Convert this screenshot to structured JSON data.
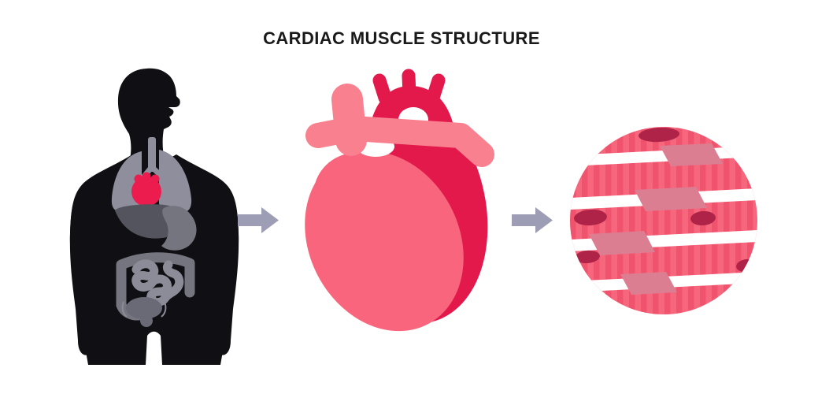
{
  "title": "CARDIAC MUSCLE STRUCTURE",
  "figures": {
    "stage1": "human-body-silhouette",
    "stage2": "heart-anatomy",
    "stage3": "cardiac-muscle-tissue-micro-view"
  },
  "icons": {
    "arrow1": "right-arrow",
    "arrow2": "right-arrow"
  },
  "palette": {
    "background": "#ffffff",
    "title_color": "#1a1a1a",
    "arrow": "#9d9db5",
    "body_black": "#101014",
    "organ_gray_light": "#8e8e9c",
    "organ_gray_mid": "#75757f",
    "organ_gray_dark": "#54545e",
    "intestine_gray": "#8c8c98",
    "bladder_gray": "#6a6a76",
    "heart_red_small": "#ec1c4f",
    "heart_pink_light": "#f9818f",
    "heart_pink_mid": "#f8657c",
    "heart_crimson": "#e3194c",
    "stripe_dark": "#f0536d",
    "stripe_light": "#f6677d",
    "disc_pink": "#dc7e92",
    "nucleus": "#ae2347",
    "white": "#ffffff"
  }
}
